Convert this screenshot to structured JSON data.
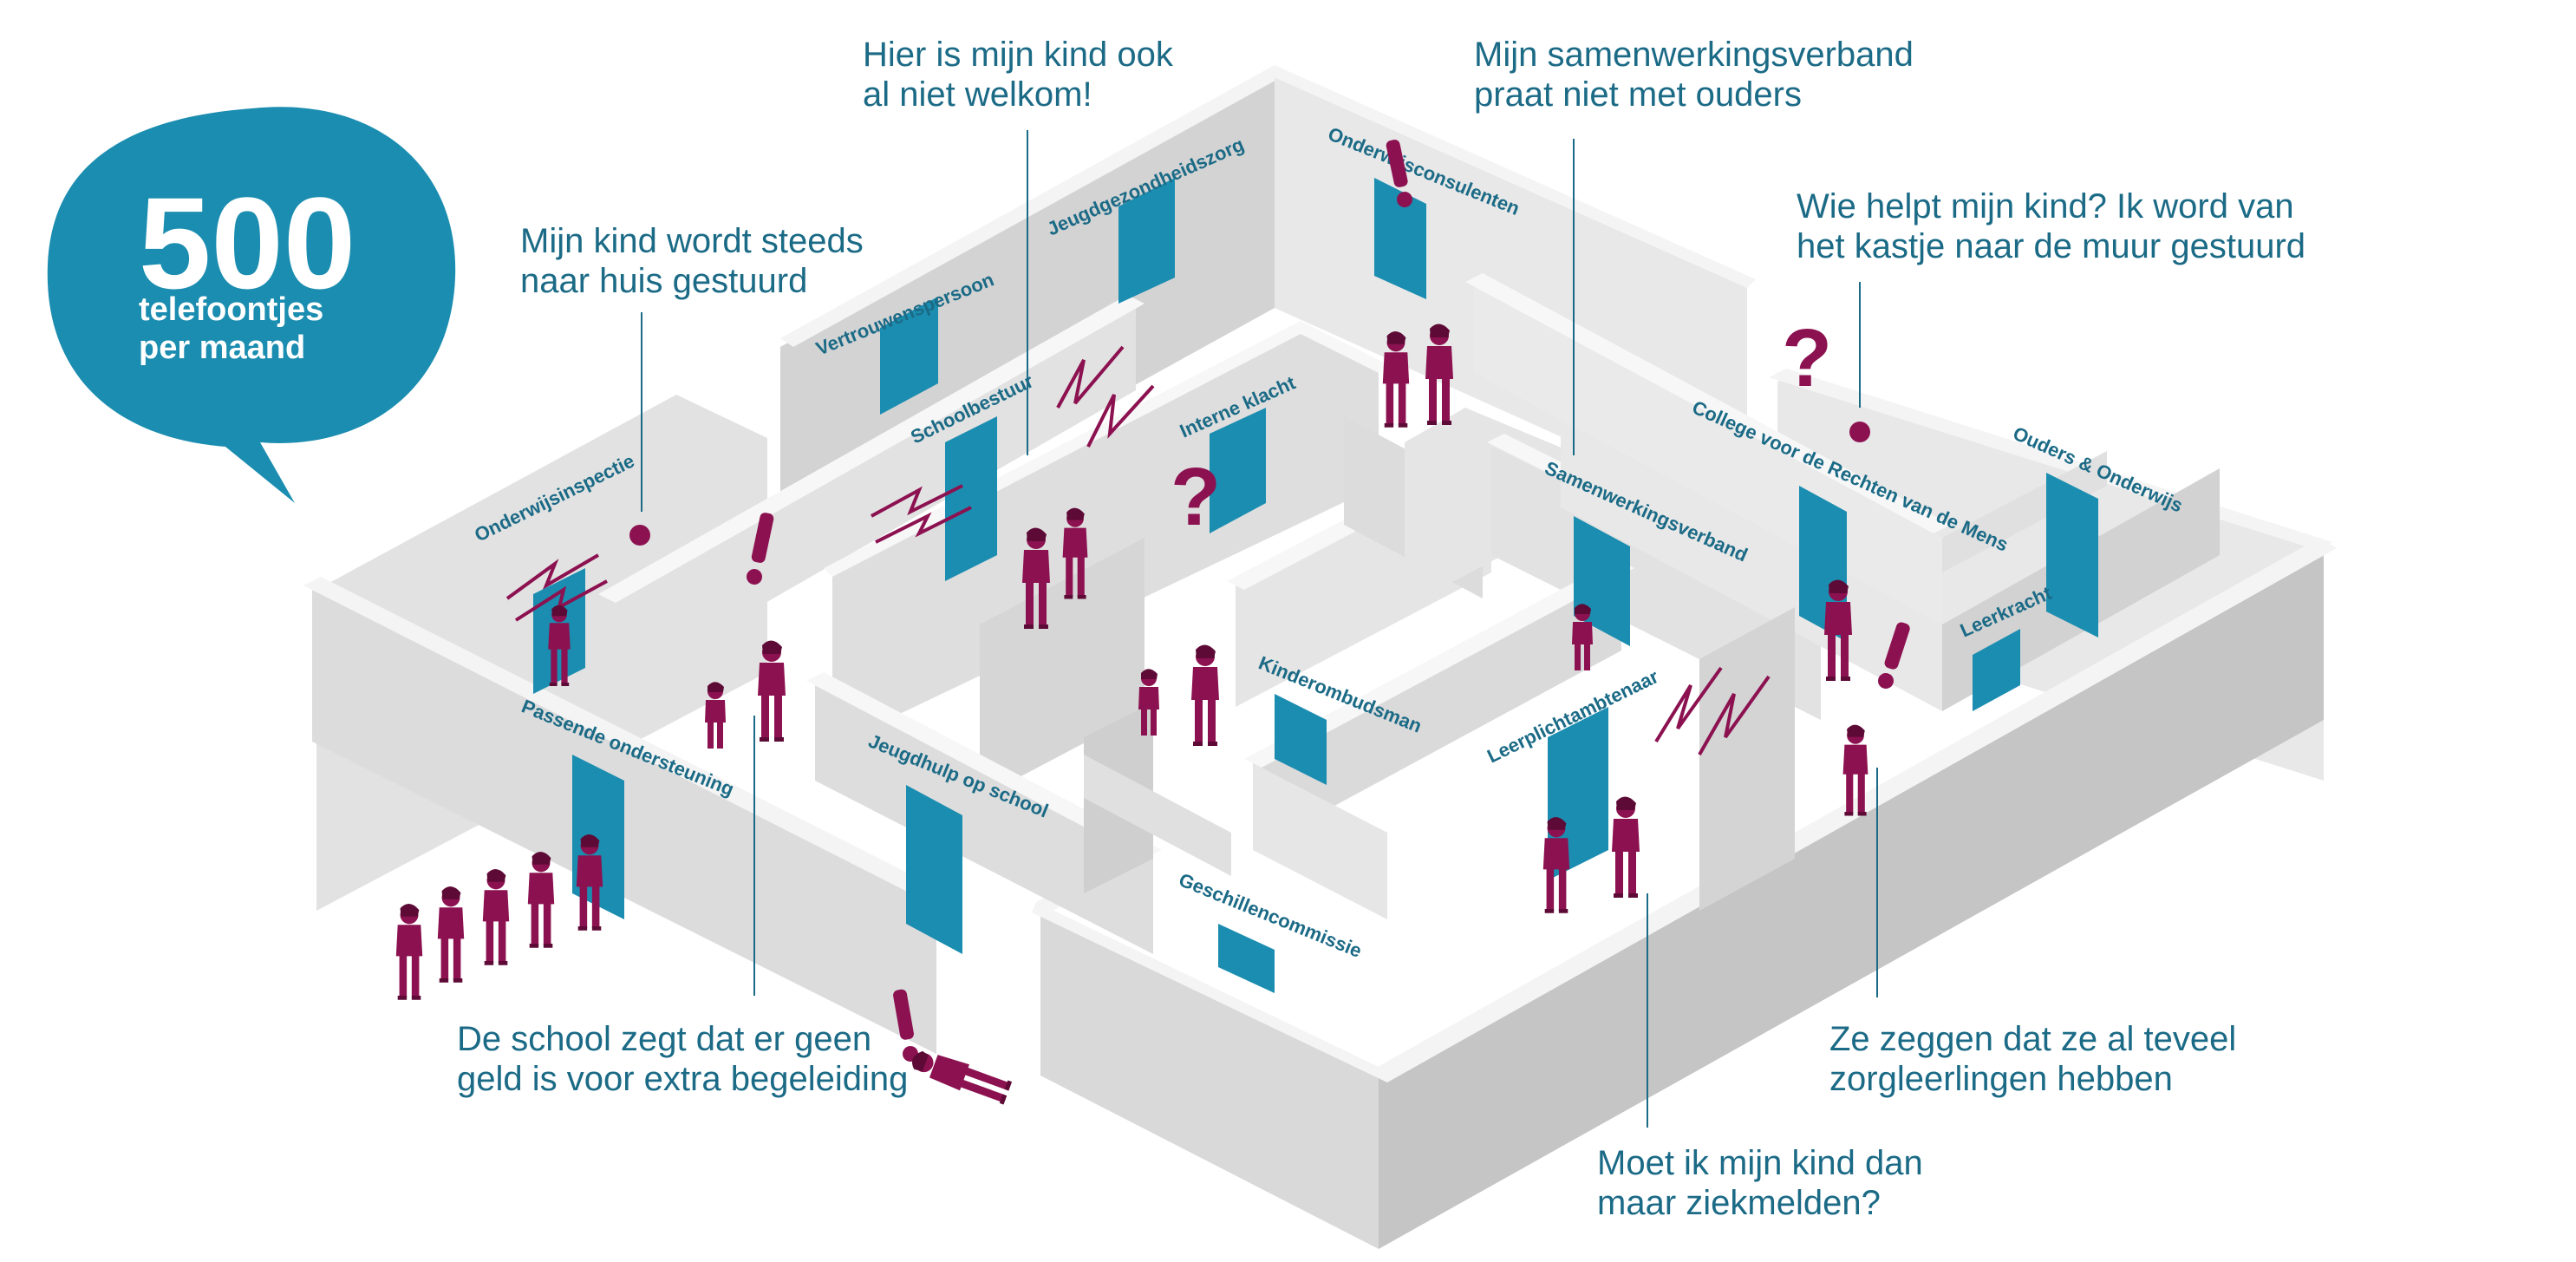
{
  "badge": {
    "number": "500",
    "text": "telefoontjes\nper maand"
  },
  "callouts": {
    "niet_welkom": "Hier is mijn kind ook\nal niet welkom!",
    "samenwerkingsverband": "Mijn samenwerkingsverband\npraat niet met ouders",
    "naar_huis": "Mijn kind wordt steeds\nnaar huis gestuurd",
    "kastje_muur": "Wie helpt mijn kind? Ik word van\nhet kastje naar de muur gestuurd",
    "geen_geld": "De school zegt dat er geen\ngeld is voor extra begeleiding",
    "teveel_zorgleerlingen": "Ze zeggen dat ze al teveel\nzorgleerlingen hebben",
    "ziekmelden": "Moet ik mijn kind dan\nmaar ziekmelden?"
  },
  "room_labels": {
    "vertrouwenspersoon": "Vertrouwenspersoon",
    "jeugdgezondheidszorg": "Jeugdgezondheidszorg",
    "onderwijsconsulenten": "Onderwijsconsulenten",
    "schoolbestuur": "Schoolbestuur",
    "interne_klacht": "Interne klacht",
    "onderwijsinspectie": "Onderwijsinspectie",
    "college": "College voor de Rechten van de Mens",
    "ouders_onderwijs": "Ouders & Onderwijs",
    "samenwerkingsverband": "Samenwerkingsverband",
    "leerkracht": "Leerkracht",
    "kinderombudsman": "Kinderombudsman",
    "leerplichtambtenaar": "Leerplichtambtenaar",
    "passende_ondersteuning": "Passende ondersteuning",
    "jeugdhulp": "Jeugdhulp op school",
    "geschillencommissie": "Geschillencommissie"
  },
  "colors": {
    "teal": "#1b8db0",
    "text_teal": "#1b6a86",
    "figure": "#8c1150",
    "wall_top": "#f4f4f4",
    "wall_light": "#e6e6e6",
    "wall_dark": "#c9c9c9",
    "floor": "#ffffff"
  }
}
